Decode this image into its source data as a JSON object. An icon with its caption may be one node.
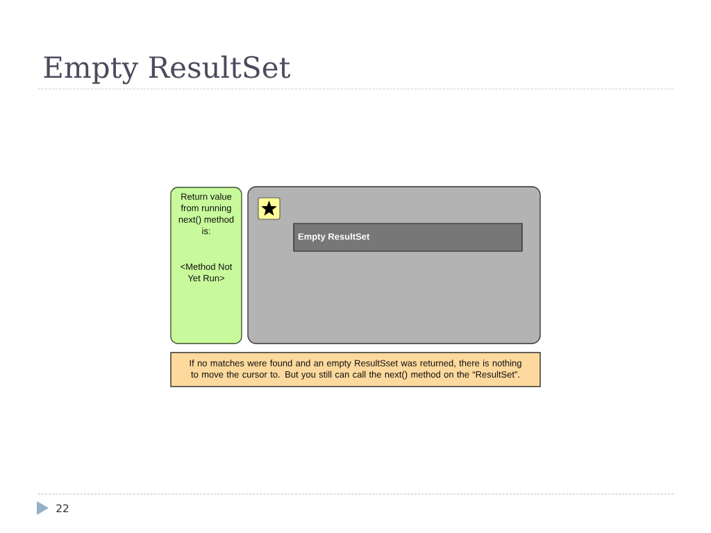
{
  "diagram": {
    "title": "Empty ResultSet",
    "nodes": [
      {
        "text": [
          "Return value from running next() method is:",
          "<Method Not Yet Run>"
        ]
      },
      {
        "text": [],
        "shape": "box"
      },
      {
        "text": [
          "Empty ResultSet"
        ],
        "in": 1
      },
      {
        "text": [
          "If no matches were found and an empty ResultSset was returned, there is nothing to move the cursor to. But you still can call the next() method on the “ResultSet”."
        ]
      }
    ],
    "labels": [
      "22"
    ]
  }
}
